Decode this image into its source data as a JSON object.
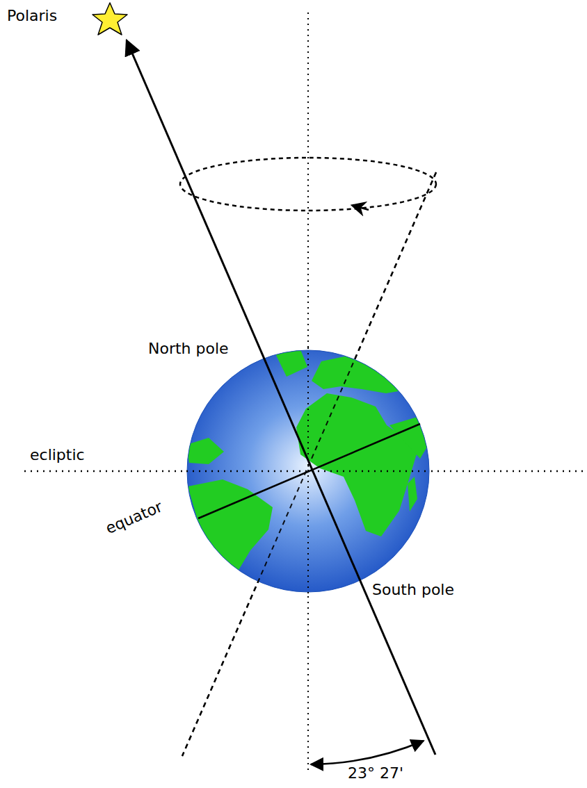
{
  "diagram": {
    "labels": [
      "Polaris",
      "North pole",
      "ecliptic",
      "equator",
      "South pole",
      "23° 27'"
    ]
  }
}
